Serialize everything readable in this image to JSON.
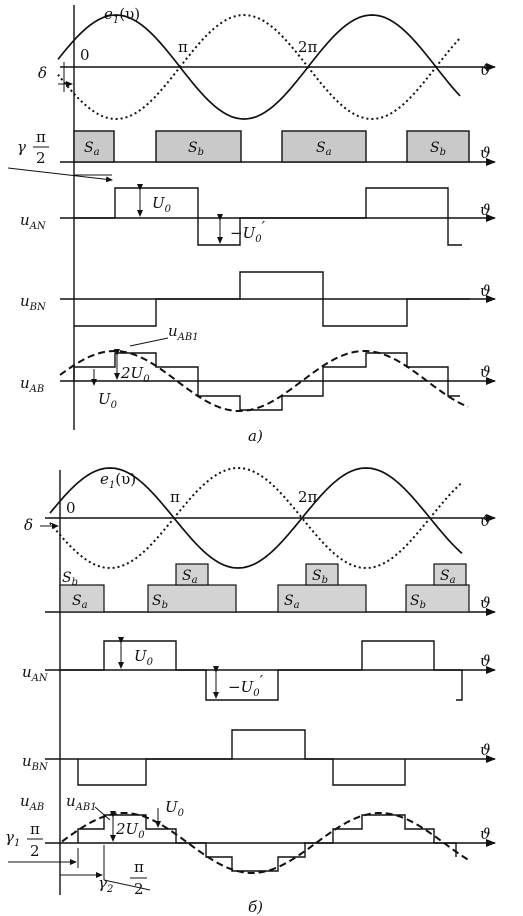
{
  "labels": {
    "theta": "ϑ",
    "e1": "e",
    "e1_sub": "1",
    "e1_arg": "(υ)",
    "pi": "π",
    "two_pi": "2π",
    "zero": "0",
    "delta": "δ",
    "gamma": "γ",
    "gamma1": "γ",
    "gamma1_sub": "1",
    "gamma2": "γ",
    "gamma2_sub": "2",
    "pi_frac": "π",
    "two": "2",
    "Sa": "S",
    "Sa_sub": "a",
    "Sb": "S",
    "Sb_sub": "b",
    "u": "u",
    "AN": "AN",
    "BN": "BN",
    "AB": "AB",
    "AB1": "AB1",
    "U0": "U",
    "U0_sub": "0",
    "minus_U0p": "−U",
    "minus_U0p_sub": "0",
    "minus_U0p_prime": "′",
    "two_U0": "2U",
    "two_U0_sub": "0"
  },
  "captions": {
    "a": "а)",
    "b": "б)"
  }
}
